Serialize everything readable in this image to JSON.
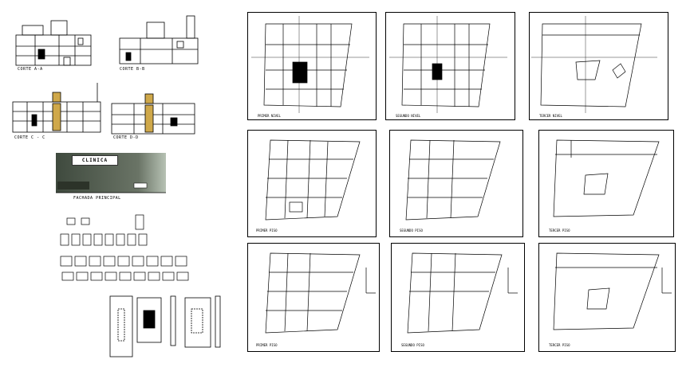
{
  "sections": {
    "corte_aa": "CORTE A-A",
    "corte_bb": "CORTE B-B",
    "corte_cc": "CORTE C - C",
    "corte_dd": "CORTE D-D"
  },
  "facade": {
    "sign_text": "CLINICA",
    "caption": "FACHADA PRINCIPAL"
  },
  "top_row": [
    {
      "caption": "PRIMER NIVEL"
    },
    {
      "caption": "SEGUNDO NIVEL"
    },
    {
      "caption": "TERCER NIVEL"
    }
  ],
  "mid_row": [
    {
      "caption": "PRIMER PISO"
    },
    {
      "caption": "SEGUNDO PISO"
    },
    {
      "caption": "TERCER PISO"
    }
  ],
  "bot_row": [
    {
      "caption": "PRIMER PISO"
    },
    {
      "caption": "SEGUNDO PISO"
    },
    {
      "caption": "TERCER PISO"
    }
  ],
  "colors": {
    "line": "#000000",
    "facade_wall": "#3f4a3e",
    "facade_light": "#b7c2b4"
  }
}
